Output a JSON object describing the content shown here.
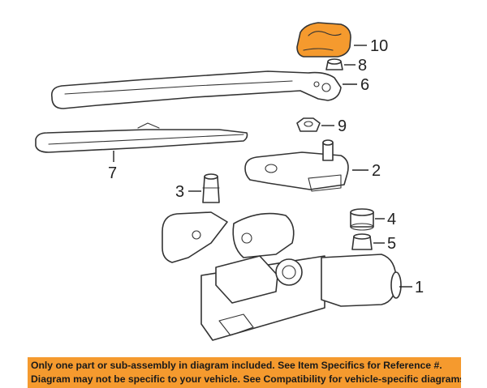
{
  "diagram": {
    "highlight_color": "#f59a2e",
    "line_color": "#333333",
    "callouts": {
      "c1": "1",
      "c2": "2",
      "c3": "3",
      "c4": "4",
      "c5": "5",
      "c6": "6",
      "c7": "7",
      "c8": "8",
      "c9": "9",
      "c10": "10"
    }
  },
  "notice": {
    "line1": "Only one part or sub-assembly in diagram included. See Item Specifics for Reference #.",
    "line2": "Diagram may not be specific to your vehicle. See Compatibility for vehicle-specific diagrams."
  }
}
